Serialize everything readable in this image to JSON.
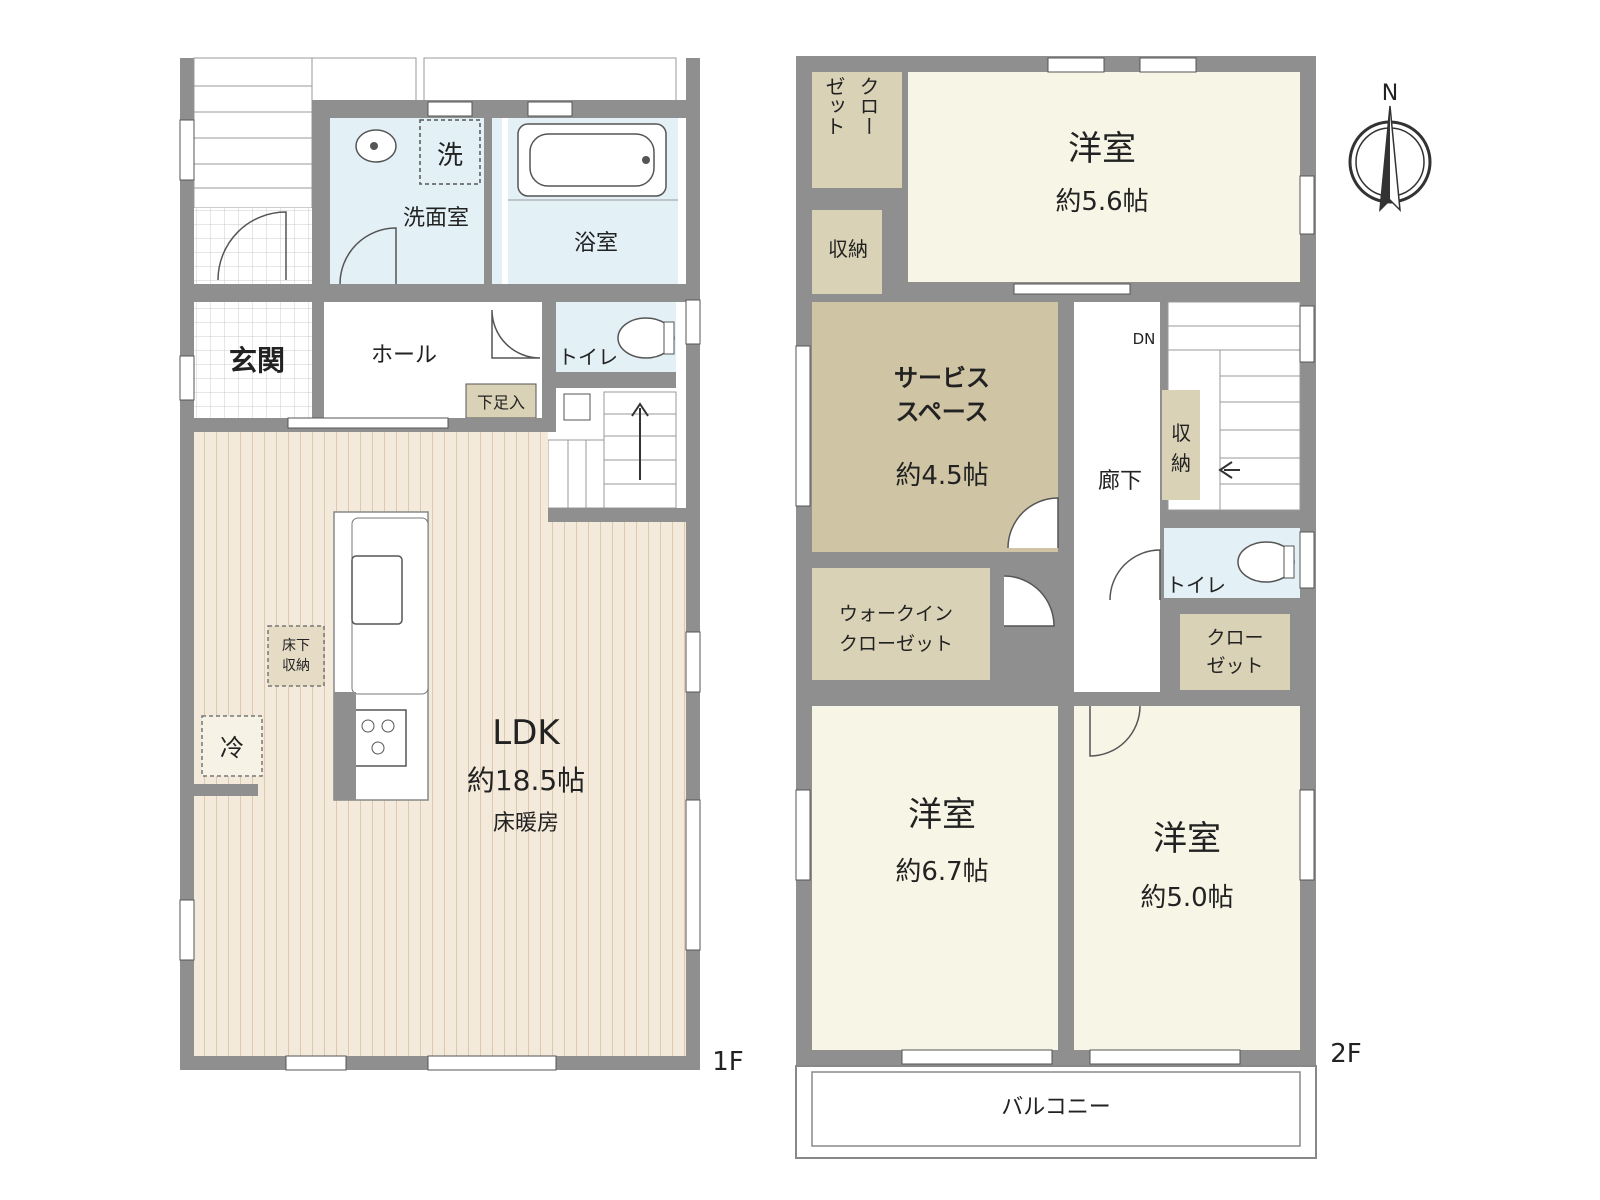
{
  "floors": {
    "first": {
      "label": "1F",
      "rooms": {
        "genkan": "玄関",
        "hall": "ホール",
        "senmen": "洗面室",
        "yokushitsu": "浴室",
        "toilet": "トイレ",
        "shitasoku": "下足入",
        "ldk_name": "LDK",
        "ldk_size": "約18.5帖",
        "ldk_note": "床暖房",
        "yukashita_1": "床下",
        "yukashita_2": "収納",
        "reizouko": "冷",
        "sentakuki": "洗",
        "stairs_up": "UP"
      }
    },
    "second": {
      "label": "2F",
      "rooms": {
        "youshitsu_a_name": "洋室",
        "youshitsu_a_size": "約5.6帖",
        "closet_a_1": "クロー",
        "closet_a_2": "ゼット",
        "shuno_a": "収納",
        "service_1": "サービス",
        "service_2": "スペース",
        "service_size": "約4.5帖",
        "stairs_dn": "DN",
        "rouka": "廊下",
        "shuno_b_1": "収",
        "shuno_b_2": "納",
        "toilet": "トイレ",
        "wic_1": "ウォークイン",
        "wic_2": "クローゼット",
        "closet_b_1": "クロー",
        "closet_b_2": "ゼット",
        "youshitsu_b_name": "洋室",
        "youshitsu_b_size": "約6.7帖",
        "youshitsu_c_name": "洋室",
        "youshitsu_c_size": "約5.0帖",
        "balcony": "バルコニー"
      }
    }
  },
  "compass": {
    "north": "N"
  },
  "colors": {
    "wall": "#8f8f8f",
    "ldk_floor": "#f3eadb",
    "wet_area": "#e3f1f7",
    "room_cream": "#f7f5e6",
    "closet": "#d9d2b6",
    "service_space": "#cfc4a4"
  }
}
